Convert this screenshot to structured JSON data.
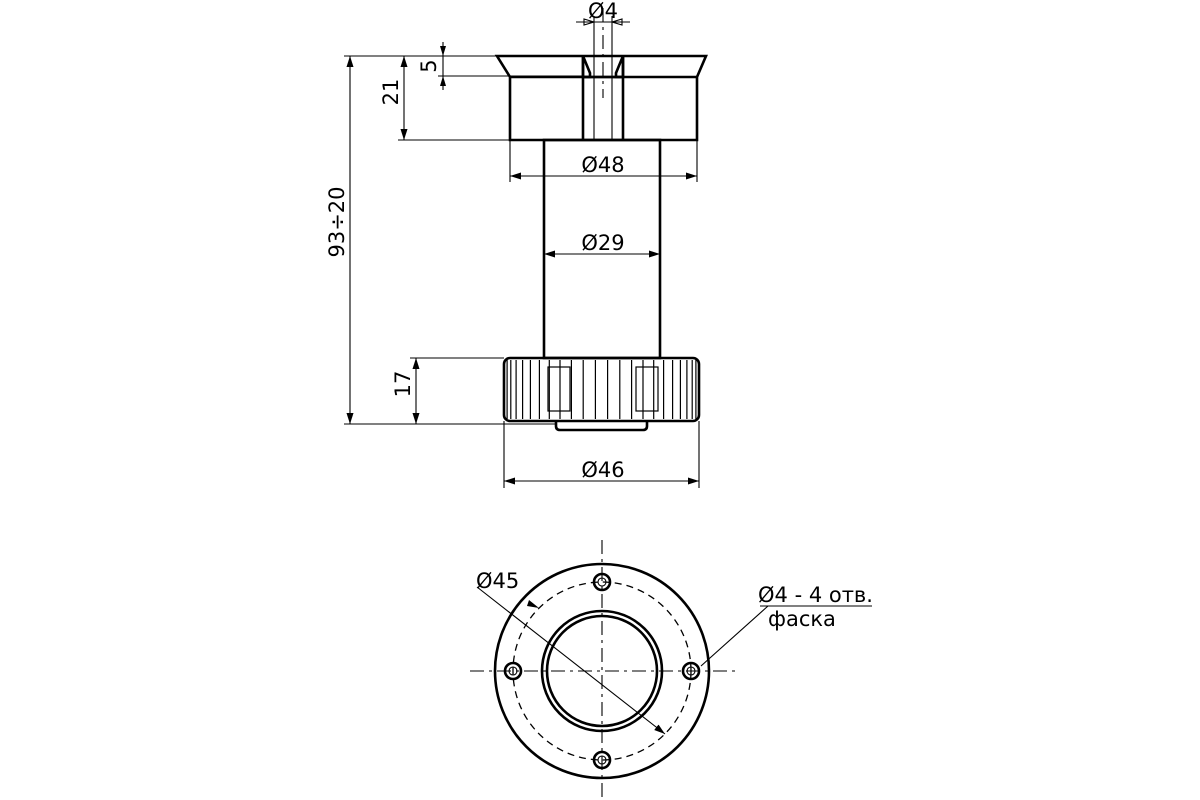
{
  "drawing": {
    "side_view": {
      "dim_top_hole": "Ø4",
      "dim_recess": "5",
      "dim_cup_height": "21",
      "dim_total_height": "93÷20",
      "dim_cup_diameter": "Ø48",
      "dim_tube_diameter": "Ø29",
      "dim_nut_height": "17",
      "dim_nut_diameter": "Ø46"
    },
    "top_view": {
      "dim_bolt_circle": "Ø45",
      "holes_note_line1": "Ø4 - 4 отв.",
      "holes_note_line2": "фаска",
      "hole_count": 4
    },
    "colors": {
      "line": "#000000",
      "background": "#ffffff"
    }
  }
}
